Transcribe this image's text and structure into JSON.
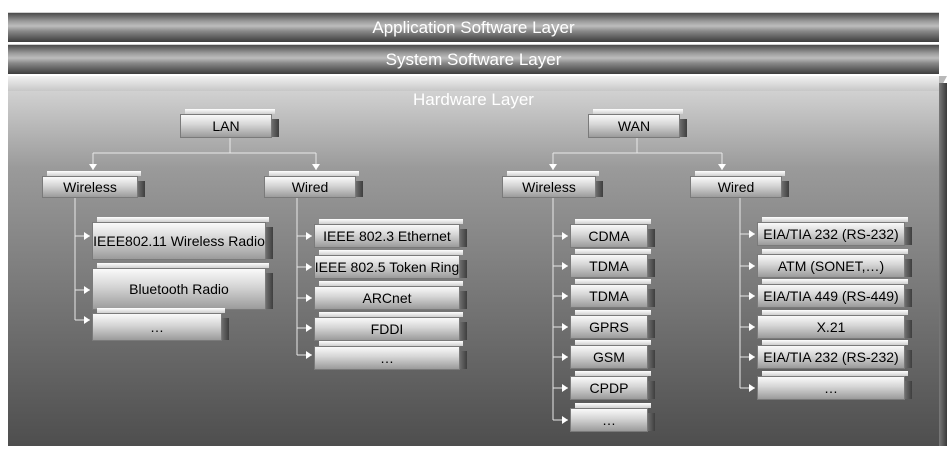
{
  "layers": {
    "application": "Application Software Layer",
    "system": "System Software Layer",
    "hardware": "Hardware Layer"
  },
  "lan": {
    "label": "LAN",
    "wireless": {
      "label": "Wireless",
      "items": [
        "IEEE802.11 Wireless Radio",
        "Bluetooth Radio",
        "…"
      ]
    },
    "wired": {
      "label": "Wired",
      "items": [
        "IEEE 802.3 Ethernet",
        "IEEE 802.5 Token Ring",
        "ARCnet",
        "FDDI",
        "…"
      ]
    }
  },
  "wan": {
    "label": "WAN",
    "wireless": {
      "label": "Wireless",
      "items": [
        "CDMA",
        "TDMA",
        "TDMA",
        "GPRS",
        "GSM",
        "CPDP",
        "…"
      ]
    },
    "wired": {
      "label": "Wired",
      "items": [
        "EIA/TIA 232 (RS-232)",
        "ATM (SONET,…)",
        "EIA/TIA 449 (RS-449)",
        "X.21",
        "EIA/TIA 232 (RS-232)",
        "…"
      ]
    }
  }
}
